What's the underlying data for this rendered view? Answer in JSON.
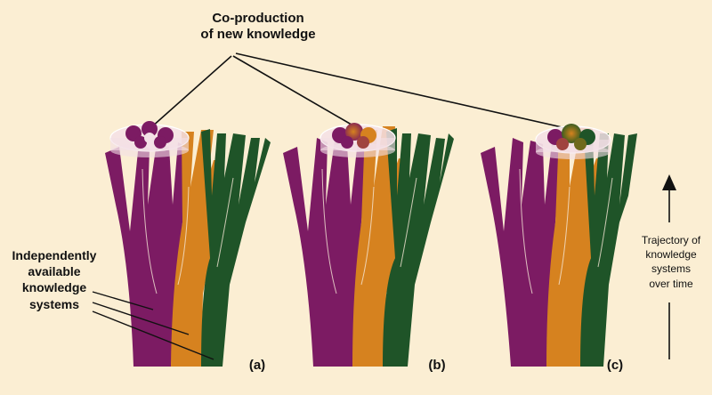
{
  "title_line1": "Co-production",
  "title_line2": "of new knowledge",
  "left_label": [
    "Independently",
    "available",
    "knowledge",
    "systems"
  ],
  "right_label": [
    "Trajectory of",
    "knowledge",
    "systems",
    "over time"
  ],
  "panels": [
    "(a)",
    "(b)",
    "(c)"
  ],
  "colors": {
    "background": "#fbeed3",
    "purple": "#7c1b63",
    "orange": "#d6821f",
    "green": "#1f5428",
    "disk": "#f4e0e6"
  }
}
